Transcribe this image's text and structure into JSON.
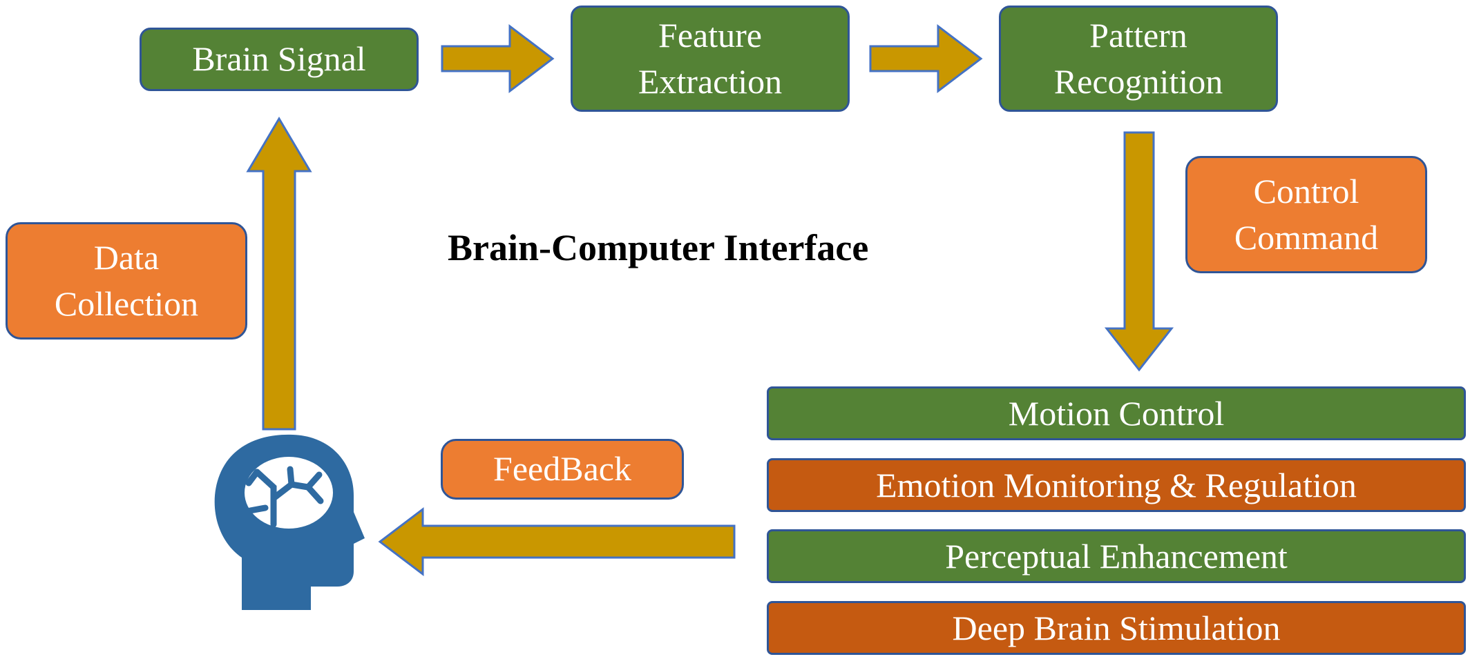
{
  "title": "Brain-Computer Interface",
  "boxes": {
    "brain_signal": "Brain Signal",
    "feature_extraction": "Feature\nExtraction",
    "pattern_recognition": "Pattern\nRecognition",
    "control_command": "Control\nCommand",
    "data_collection": "Data\nCollection",
    "feedback": "FeedBack"
  },
  "applications": [
    "Motion Control",
    "Emotion Monitoring & Regulation",
    "Perceptual Enhancement",
    "Deep Brain Stimulation"
  ],
  "icon": "head-with-brain-icon",
  "colors": {
    "process_green": "#548235",
    "label_orange": "#ed7d31",
    "application_rust": "#c55a11",
    "arrow_gold": "#c99700",
    "border_blue": "#2f5597",
    "icon_blue": "#2e6aa1"
  }
}
